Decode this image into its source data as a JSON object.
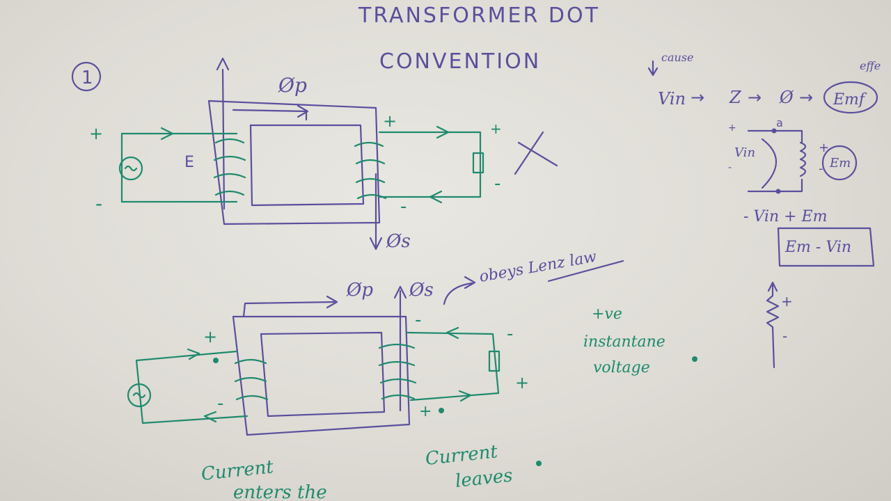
{
  "title": {
    "line1": "TRANSFORMER DOT",
    "line2": "CONVENTION"
  },
  "figure_number": "1",
  "top_diagram": {
    "flux_primary": "Øp",
    "flux_secondary": "Øs",
    "coil_label": "E",
    "plus": "+",
    "minus": "-",
    "cross_mark": "X"
  },
  "bottom_diagram": {
    "flux_primary": "Øp",
    "flux_secondary": "Øs",
    "lenz_note": "obeys Lenz law",
    "plus": "+",
    "minus": "-",
    "note_line1": "+ve",
    "note_line2": "instantane",
    "note_line3": "voltage",
    "current_left_1": "Current",
    "current_left_2": "enters the",
    "current_right_1": "Current",
    "current_right_2": "leaves"
  },
  "side_notes": {
    "cause": "cause",
    "effect": "effe",
    "chain": [
      "Vin",
      "→",
      "Z",
      "→",
      "Ø",
      "→",
      "Emf"
    ],
    "coil_vin": "Vin",
    "coil_a": "a",
    "coil_em": "Em",
    "plus": "+",
    "minus": "-",
    "eq1": "- Vin + Em",
    "eq2": "Em - Vin"
  }
}
